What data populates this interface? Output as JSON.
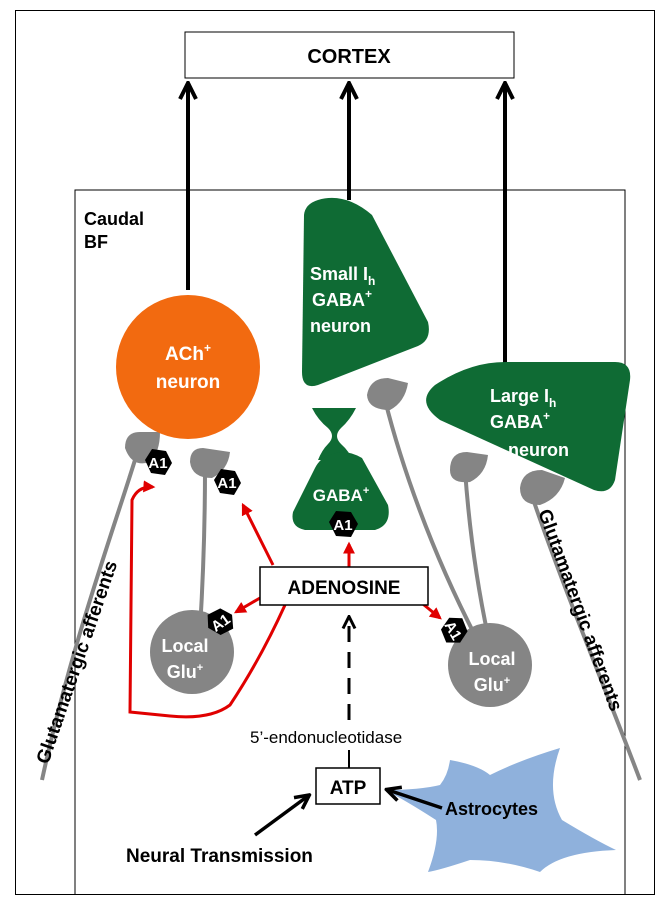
{
  "cortex": {
    "label": "CORTEX"
  },
  "region": {
    "line1": "Caudal",
    "line2": "BF"
  },
  "ach_neuron": {
    "line1": "ACh",
    "sup1": "+",
    "line2": "neuron"
  },
  "small_gaba_neuron": {
    "line1": "Small I",
    "sub1": "h",
    "line2": "GABA",
    "sup2": "+",
    "line3": "neuron"
  },
  "large_gaba_neuron": {
    "line1": "Large I",
    "sub1": "h",
    "line2": "GABA",
    "sup2": "+",
    "line3": "neuron"
  },
  "gaba_interneuron": {
    "label": "GABA",
    "sup": "+"
  },
  "receptor_label": "A1",
  "adenosine": {
    "label": "ADENOSINE"
  },
  "local_glu_left": {
    "line1": "Local",
    "line2": "Glu",
    "sup": "+"
  },
  "local_glu_right": {
    "line1": "Local",
    "line2": "Glu",
    "sup": "+"
  },
  "afferents_left": {
    "label": "Glutamatergic afferents"
  },
  "afferents_right": {
    "label": "Glutamatergic afferents"
  },
  "enzyme": {
    "label": "5’-endonucleotidase"
  },
  "atp": {
    "label": "ATP"
  },
  "astrocytes": {
    "label": "Astrocytes"
  },
  "neural_transmission": {
    "label": "Neural Transmission"
  },
  "colors": {
    "ach": "#f26a10",
    "gaba": "#0f6b34",
    "glu": "#858585",
    "adenosine_arrow": "#e00000",
    "astrocyte": "#8fb1dc"
  }
}
